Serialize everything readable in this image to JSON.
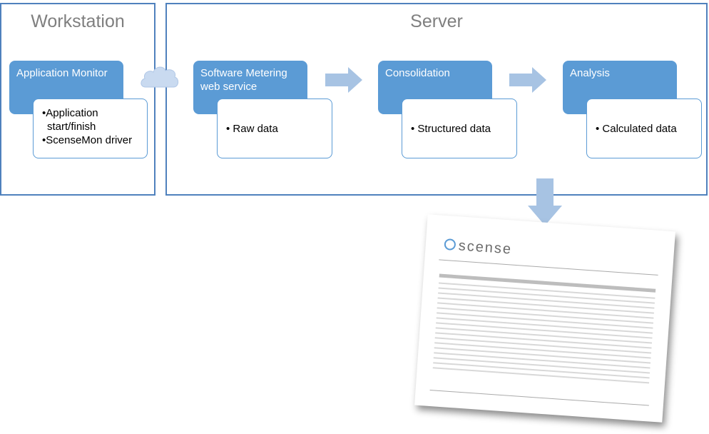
{
  "workstation": {
    "title": "Workstation",
    "stage": "Application Monitor",
    "details": [
      "•Application",
      "start/finish",
      "•ScenseMon driver"
    ]
  },
  "server": {
    "title": "Server",
    "stages": [
      {
        "label": "Software Metering web service",
        "detail": "• Raw data"
      },
      {
        "label": "Consolidation",
        "detail": "• Structured data"
      },
      {
        "label": "Analysis",
        "detail": "• Calculated data"
      }
    ]
  },
  "report": {
    "logo": "scense"
  },
  "colors": {
    "panel_border": "#4f81bd",
    "stage_fill": "#5b9bd5",
    "arrow_fill": "#a7c3e3",
    "title_text": "#7f7f7f"
  }
}
